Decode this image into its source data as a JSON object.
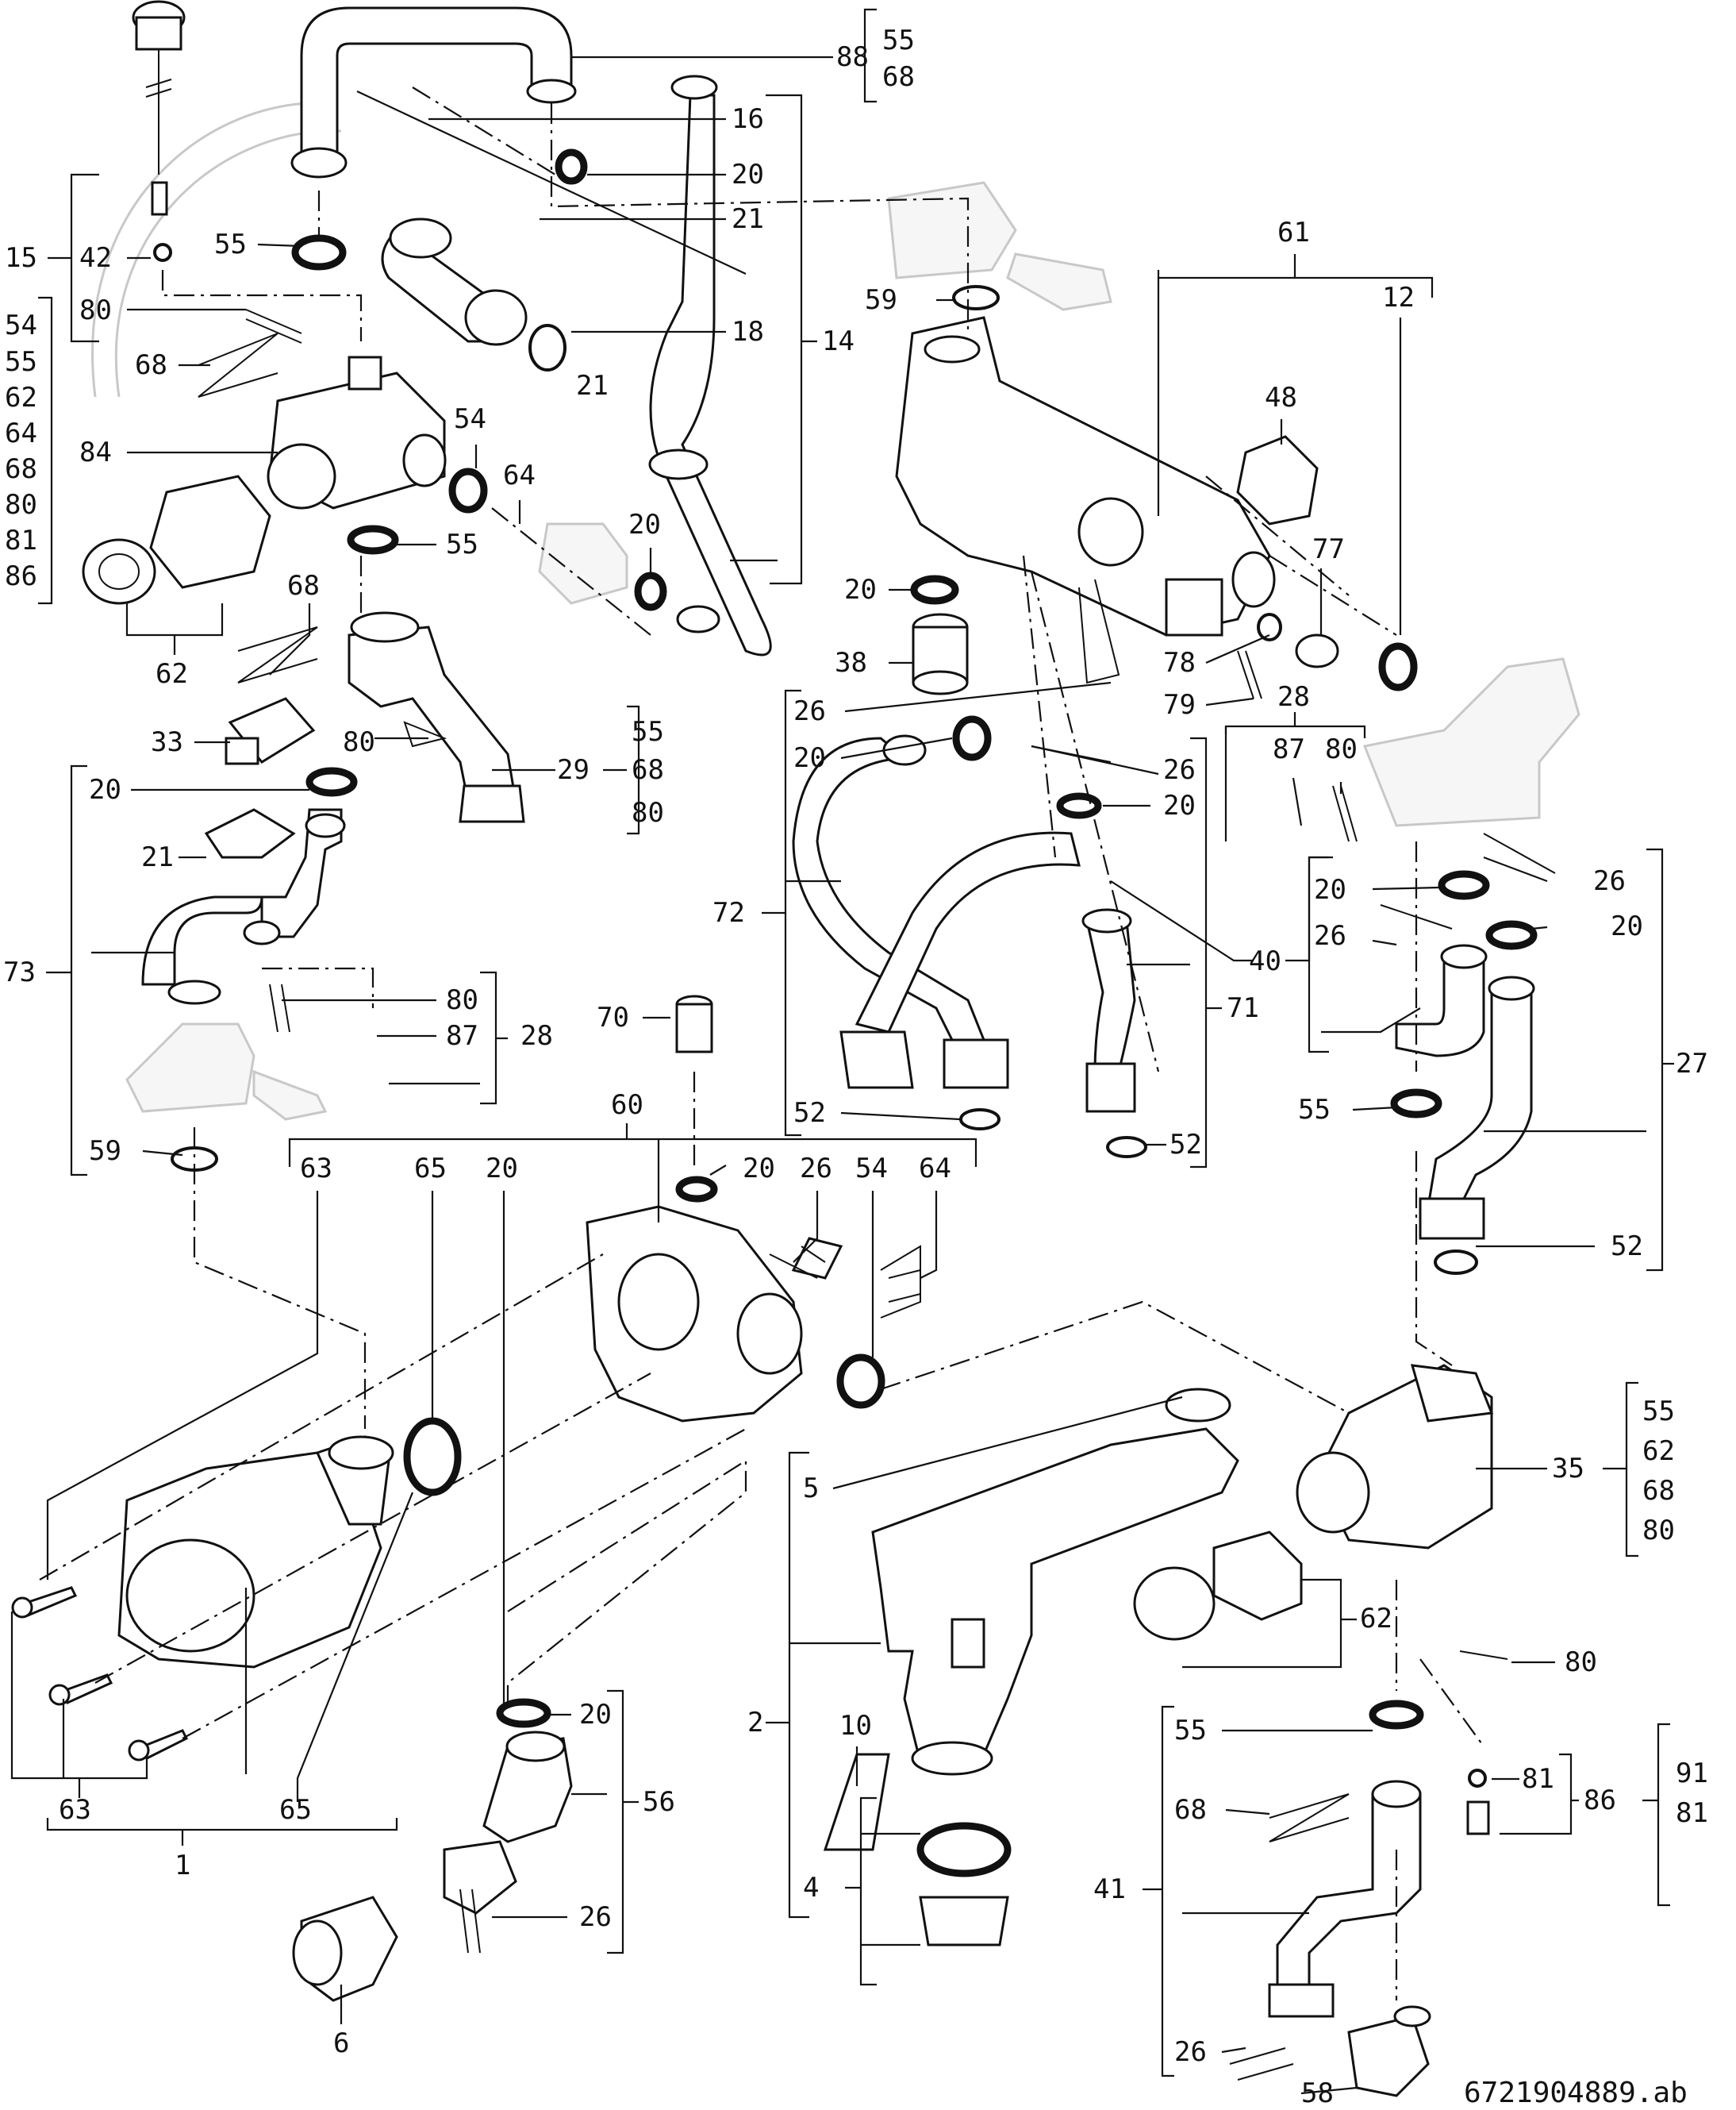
{
  "document_id": "6721904889.ab",
  "callouts": [
    {
      "id": "c88",
      "text": "88"
    },
    {
      "id": "c55a",
      "text": "55"
    },
    {
      "id": "c68a",
      "text": "68"
    },
    {
      "id": "c16",
      "text": "16"
    },
    {
      "id": "c20a",
      "text": "20"
    },
    {
      "id": "c21a",
      "text": "21"
    },
    {
      "id": "c18",
      "text": "18"
    },
    {
      "id": "c14",
      "text": "14"
    },
    {
      "id": "c55b",
      "text": "55"
    },
    {
      "id": "c15",
      "text": "15"
    },
    {
      "id": "c42",
      "text": "42"
    },
    {
      "id": "c80a",
      "text": "80"
    },
    {
      "id": "c68b",
      "text": "68"
    },
    {
      "id": "c84",
      "text": "84"
    },
    {
      "id": "c54a",
      "text": "54"
    },
    {
      "id": "c55c",
      "text": "55"
    },
    {
      "id": "c62a",
      "text": "62"
    },
    {
      "id": "c64a",
      "text": "64"
    },
    {
      "id": "c68c",
      "text": "68"
    },
    {
      "id": "c80b",
      "text": "80"
    },
    {
      "id": "c81a",
      "text": "81"
    },
    {
      "id": "c86a",
      "text": "86"
    },
    {
      "id": "c21b",
      "text": "21"
    },
    {
      "id": "c54b",
      "text": "54"
    },
    {
      "id": "c64b",
      "text": "64"
    },
    {
      "id": "c55d",
      "text": "55"
    },
    {
      "id": "c20b",
      "text": "20"
    },
    {
      "id": "c68d",
      "text": "68"
    },
    {
      "id": "c62b",
      "text": "62"
    },
    {
      "id": "c33",
      "text": "33"
    },
    {
      "id": "c80c",
      "text": "80"
    },
    {
      "id": "c29",
      "text": "29"
    },
    {
      "id": "c55e",
      "text": "55"
    },
    {
      "id": "c68e",
      "text": "68"
    },
    {
      "id": "c80d",
      "text": "80"
    },
    {
      "id": "c20c",
      "text": "20"
    },
    {
      "id": "c21c",
      "text": "21"
    },
    {
      "id": "c73",
      "text": "73"
    },
    {
      "id": "c80e",
      "text": "80"
    },
    {
      "id": "c87a",
      "text": "87"
    },
    {
      "id": "c28a",
      "text": "28"
    },
    {
      "id": "c59a",
      "text": "59"
    },
    {
      "id": "c61",
      "text": "61"
    },
    {
      "id": "c12",
      "text": "12"
    },
    {
      "id": "c59b",
      "text": "59"
    },
    {
      "id": "c48",
      "text": "48"
    },
    {
      "id": "c77",
      "text": "77"
    },
    {
      "id": "c20d",
      "text": "20"
    },
    {
      "id": "c38",
      "text": "38"
    },
    {
      "id": "c78",
      "text": "78"
    },
    {
      "id": "c79",
      "text": "79"
    },
    {
      "id": "c26a",
      "text": "26"
    },
    {
      "id": "c28b",
      "text": "28"
    },
    {
      "id": "c20e",
      "text": "20"
    },
    {
      "id": "c87b",
      "text": "87"
    },
    {
      "id": "c80f",
      "text": "80"
    },
    {
      "id": "c26b",
      "text": "26"
    },
    {
      "id": "c20f",
      "text": "20"
    },
    {
      "id": "c72",
      "text": "72"
    },
    {
      "id": "c26c",
      "text": "26"
    },
    {
      "id": "c20g",
      "text": "20"
    },
    {
      "id": "c20h",
      "text": "20"
    },
    {
      "id": "c26d",
      "text": "26"
    },
    {
      "id": "c40",
      "text": "40"
    },
    {
      "id": "c71",
      "text": "71"
    },
    {
      "id": "c27",
      "text": "27"
    },
    {
      "id": "c70",
      "text": "70"
    },
    {
      "id": "c55f",
      "text": "55"
    },
    {
      "id": "c52a",
      "text": "52"
    },
    {
      "id": "c52b",
      "text": "52"
    },
    {
      "id": "c52c",
      "text": "52"
    },
    {
      "id": "c60",
      "text": "60"
    },
    {
      "id": "c63a",
      "text": "63"
    },
    {
      "id": "c65a",
      "text": "65"
    },
    {
      "id": "c20i",
      "text": "20"
    },
    {
      "id": "c20j",
      "text": "20"
    },
    {
      "id": "c26e",
      "text": "26"
    },
    {
      "id": "c54c",
      "text": "54"
    },
    {
      "id": "c64c",
      "text": "64"
    },
    {
      "id": "c55g",
      "text": "55"
    },
    {
      "id": "c62c",
      "text": "62"
    },
    {
      "id": "c68f",
      "text": "68"
    },
    {
      "id": "c80g",
      "text": "80"
    },
    {
      "id": "c35",
      "text": "35"
    },
    {
      "id": "c5",
      "text": "5"
    },
    {
      "id": "c62d",
      "text": "62"
    },
    {
      "id": "c80h",
      "text": "80"
    },
    {
      "id": "c2",
      "text": "2"
    },
    {
      "id": "c10",
      "text": "10"
    },
    {
      "id": "c20k",
      "text": "20"
    },
    {
      "id": "c55h",
      "text": "55"
    },
    {
      "id": "c68g",
      "text": "68"
    },
    {
      "id": "c41",
      "text": "41"
    },
    {
      "id": "c81b",
      "text": "81"
    },
    {
      "id": "c86b",
      "text": "86"
    },
    {
      "id": "c91",
      "text": "91"
    },
    {
      "id": "c81c",
      "text": "81"
    },
    {
      "id": "c56",
      "text": "56"
    },
    {
      "id": "c63b",
      "text": "63"
    },
    {
      "id": "c65b",
      "text": "65"
    },
    {
      "id": "c1",
      "text": "1"
    },
    {
      "id": "c4",
      "text": "4"
    },
    {
      "id": "c6",
      "text": "6"
    },
    {
      "id": "c26f",
      "text": "26"
    },
    {
      "id": "c26g",
      "text": "26"
    },
    {
      "id": "c58",
      "text": "58"
    }
  ]
}
